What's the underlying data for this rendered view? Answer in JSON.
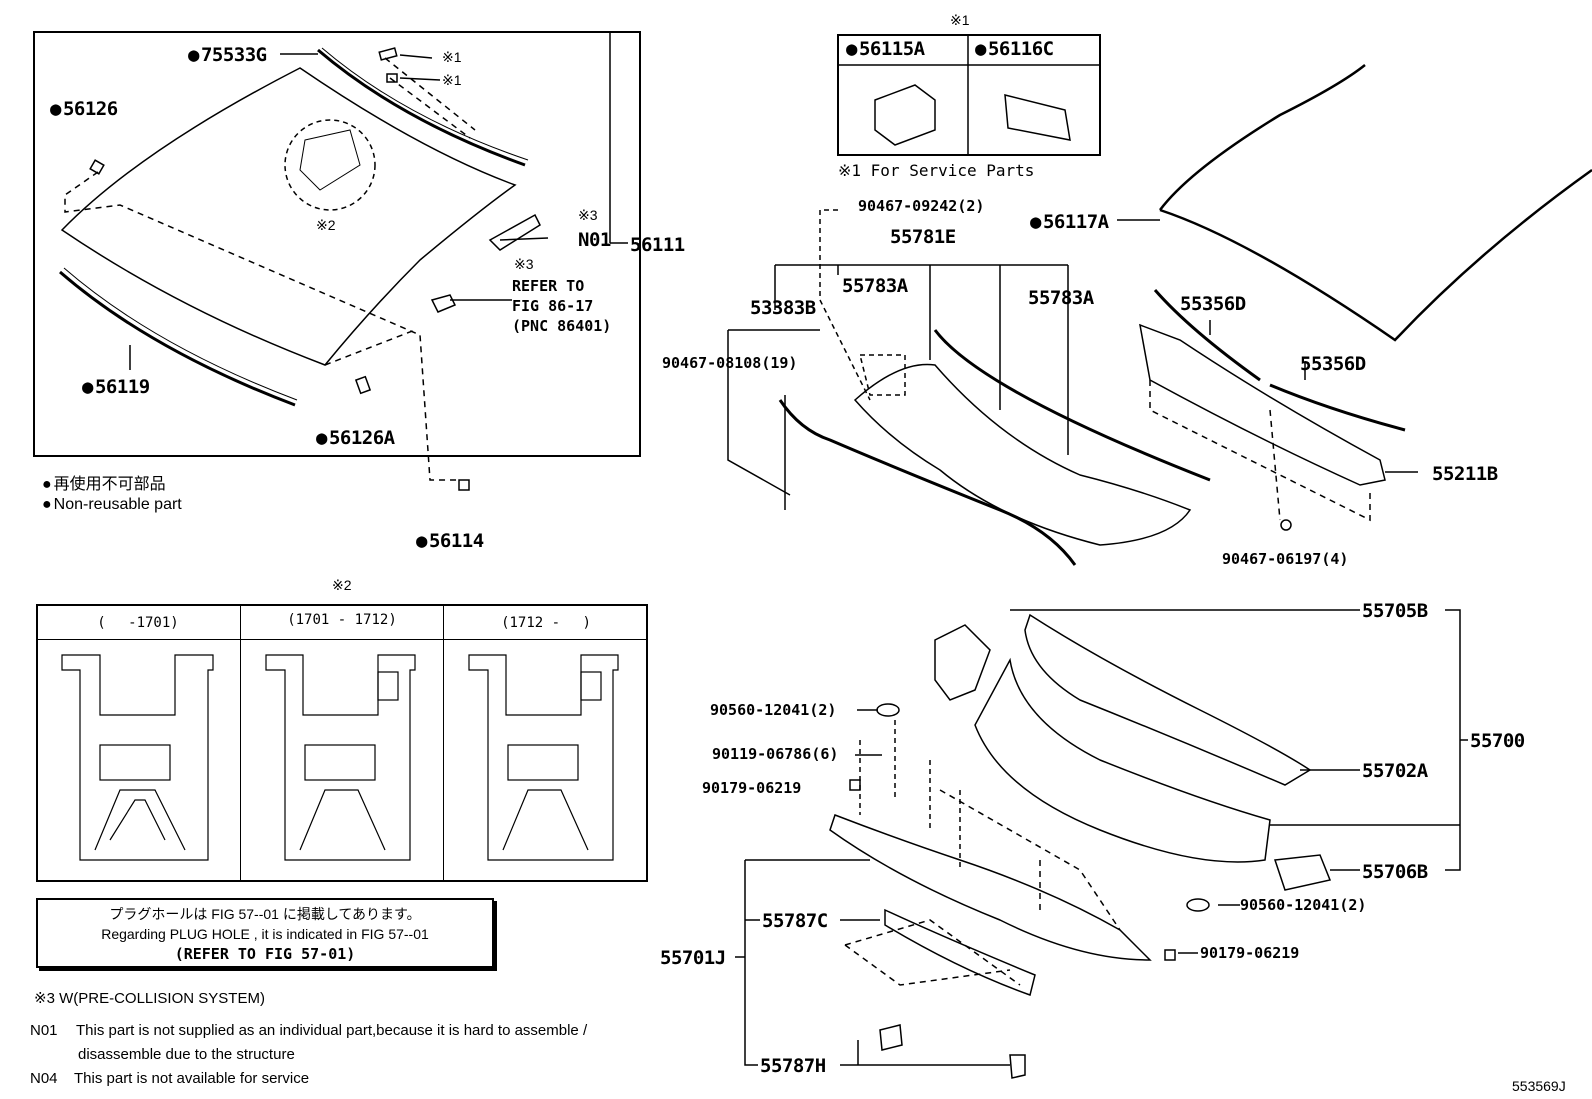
{
  "labels": {
    "p75533G": "75533G",
    "p56126": "56126",
    "p56119": "56119",
    "p56126A": "56126A",
    "p56114": "56114",
    "p56111": "56111",
    "pN01": "N01",
    "refer86": [
      "REFER TO",
      "FIG 86-17",
      "(PNC 86401)"
    ],
    "m1a": "※1",
    "m1b": "※1",
    "m2": "※2",
    "m3a": "※3",
    "m3b": "※3",
    "p56115A": "56115A",
    "p56116C": "56116C",
    "m1top": "※1",
    "service_note": "※1 For Service Parts",
    "p90467_09242": "90467-09242(2)",
    "p55781E": "55781E",
    "p56117A": "56117A",
    "p55783A_1": "55783A",
    "p55783A_2": "55783A",
    "p53383B": "53383B",
    "p90467_08108": "90467-08108(19)",
    "p55356D_1": "55356D",
    "p55356D_2": "55356D",
    "p55211B": "55211B",
    "p90467_06197": "90467-06197(4)",
    "p55705B": "55705B",
    "p55700": "55700",
    "p55702A": "55702A",
    "p55706B": "55706B",
    "p90560_12041_a": "90560-12041(2)",
    "p90119_06786": "90119-06786(6)",
    "p90179_06219_a": "90179-06219",
    "p90560_12041_b": "90560-12041(2)",
    "p90179_06219_b": "90179-06219",
    "p55701J": "55701J",
    "p55787C": "55787C",
    "p55787H": "55787H",
    "m2top": "※2"
  },
  "legend": {
    "jp": "再使用不可部品",
    "en": "Non-reusable part"
  },
  "plug_table": {
    "columns": [
      "(　 -1701)",
      "(1701 - 1712)",
      "(1712 -　 )"
    ]
  },
  "plug_note": {
    "jp": "プラグホールは FIG 57--01 に掲載してあります。",
    "en": "Regarding  PLUG  HOLE , it is indicated in FIG  57--01",
    "ref": "(REFER TO FIG 57-01)"
  },
  "footnotes": {
    "n3": "※3 W(PRE-COLLISION SYSTEM)",
    "n01_code": "N01",
    "n01_line1": "This part is not supplied as an individual part,because it is hard to assemble /",
    "n01_line2": "disassemble due to the structure",
    "n04_code": "N04",
    "n04_text": "This part is not available for service"
  },
  "drawing_id": "553569J"
}
